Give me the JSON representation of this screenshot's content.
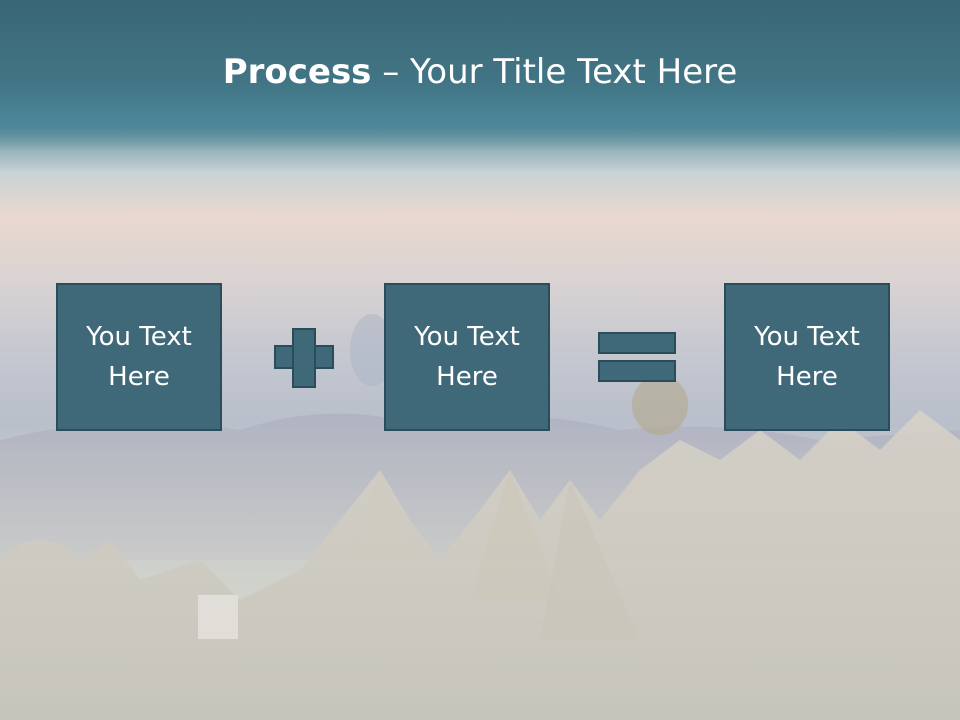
{
  "title": {
    "bold": "Process",
    "rest": " – Your Title Text Here"
  },
  "boxes": [
    {
      "label": "You Text Here"
    },
    {
      "label": "You Text Here"
    },
    {
      "label": "You Text Here"
    }
  ],
  "operators": {
    "first": "plus",
    "second": "equals"
  },
  "colors": {
    "box_fill": "#3f6878",
    "box_border": "#2b4c59",
    "title_bar": "#3f7080",
    "text": "#ffffff"
  }
}
